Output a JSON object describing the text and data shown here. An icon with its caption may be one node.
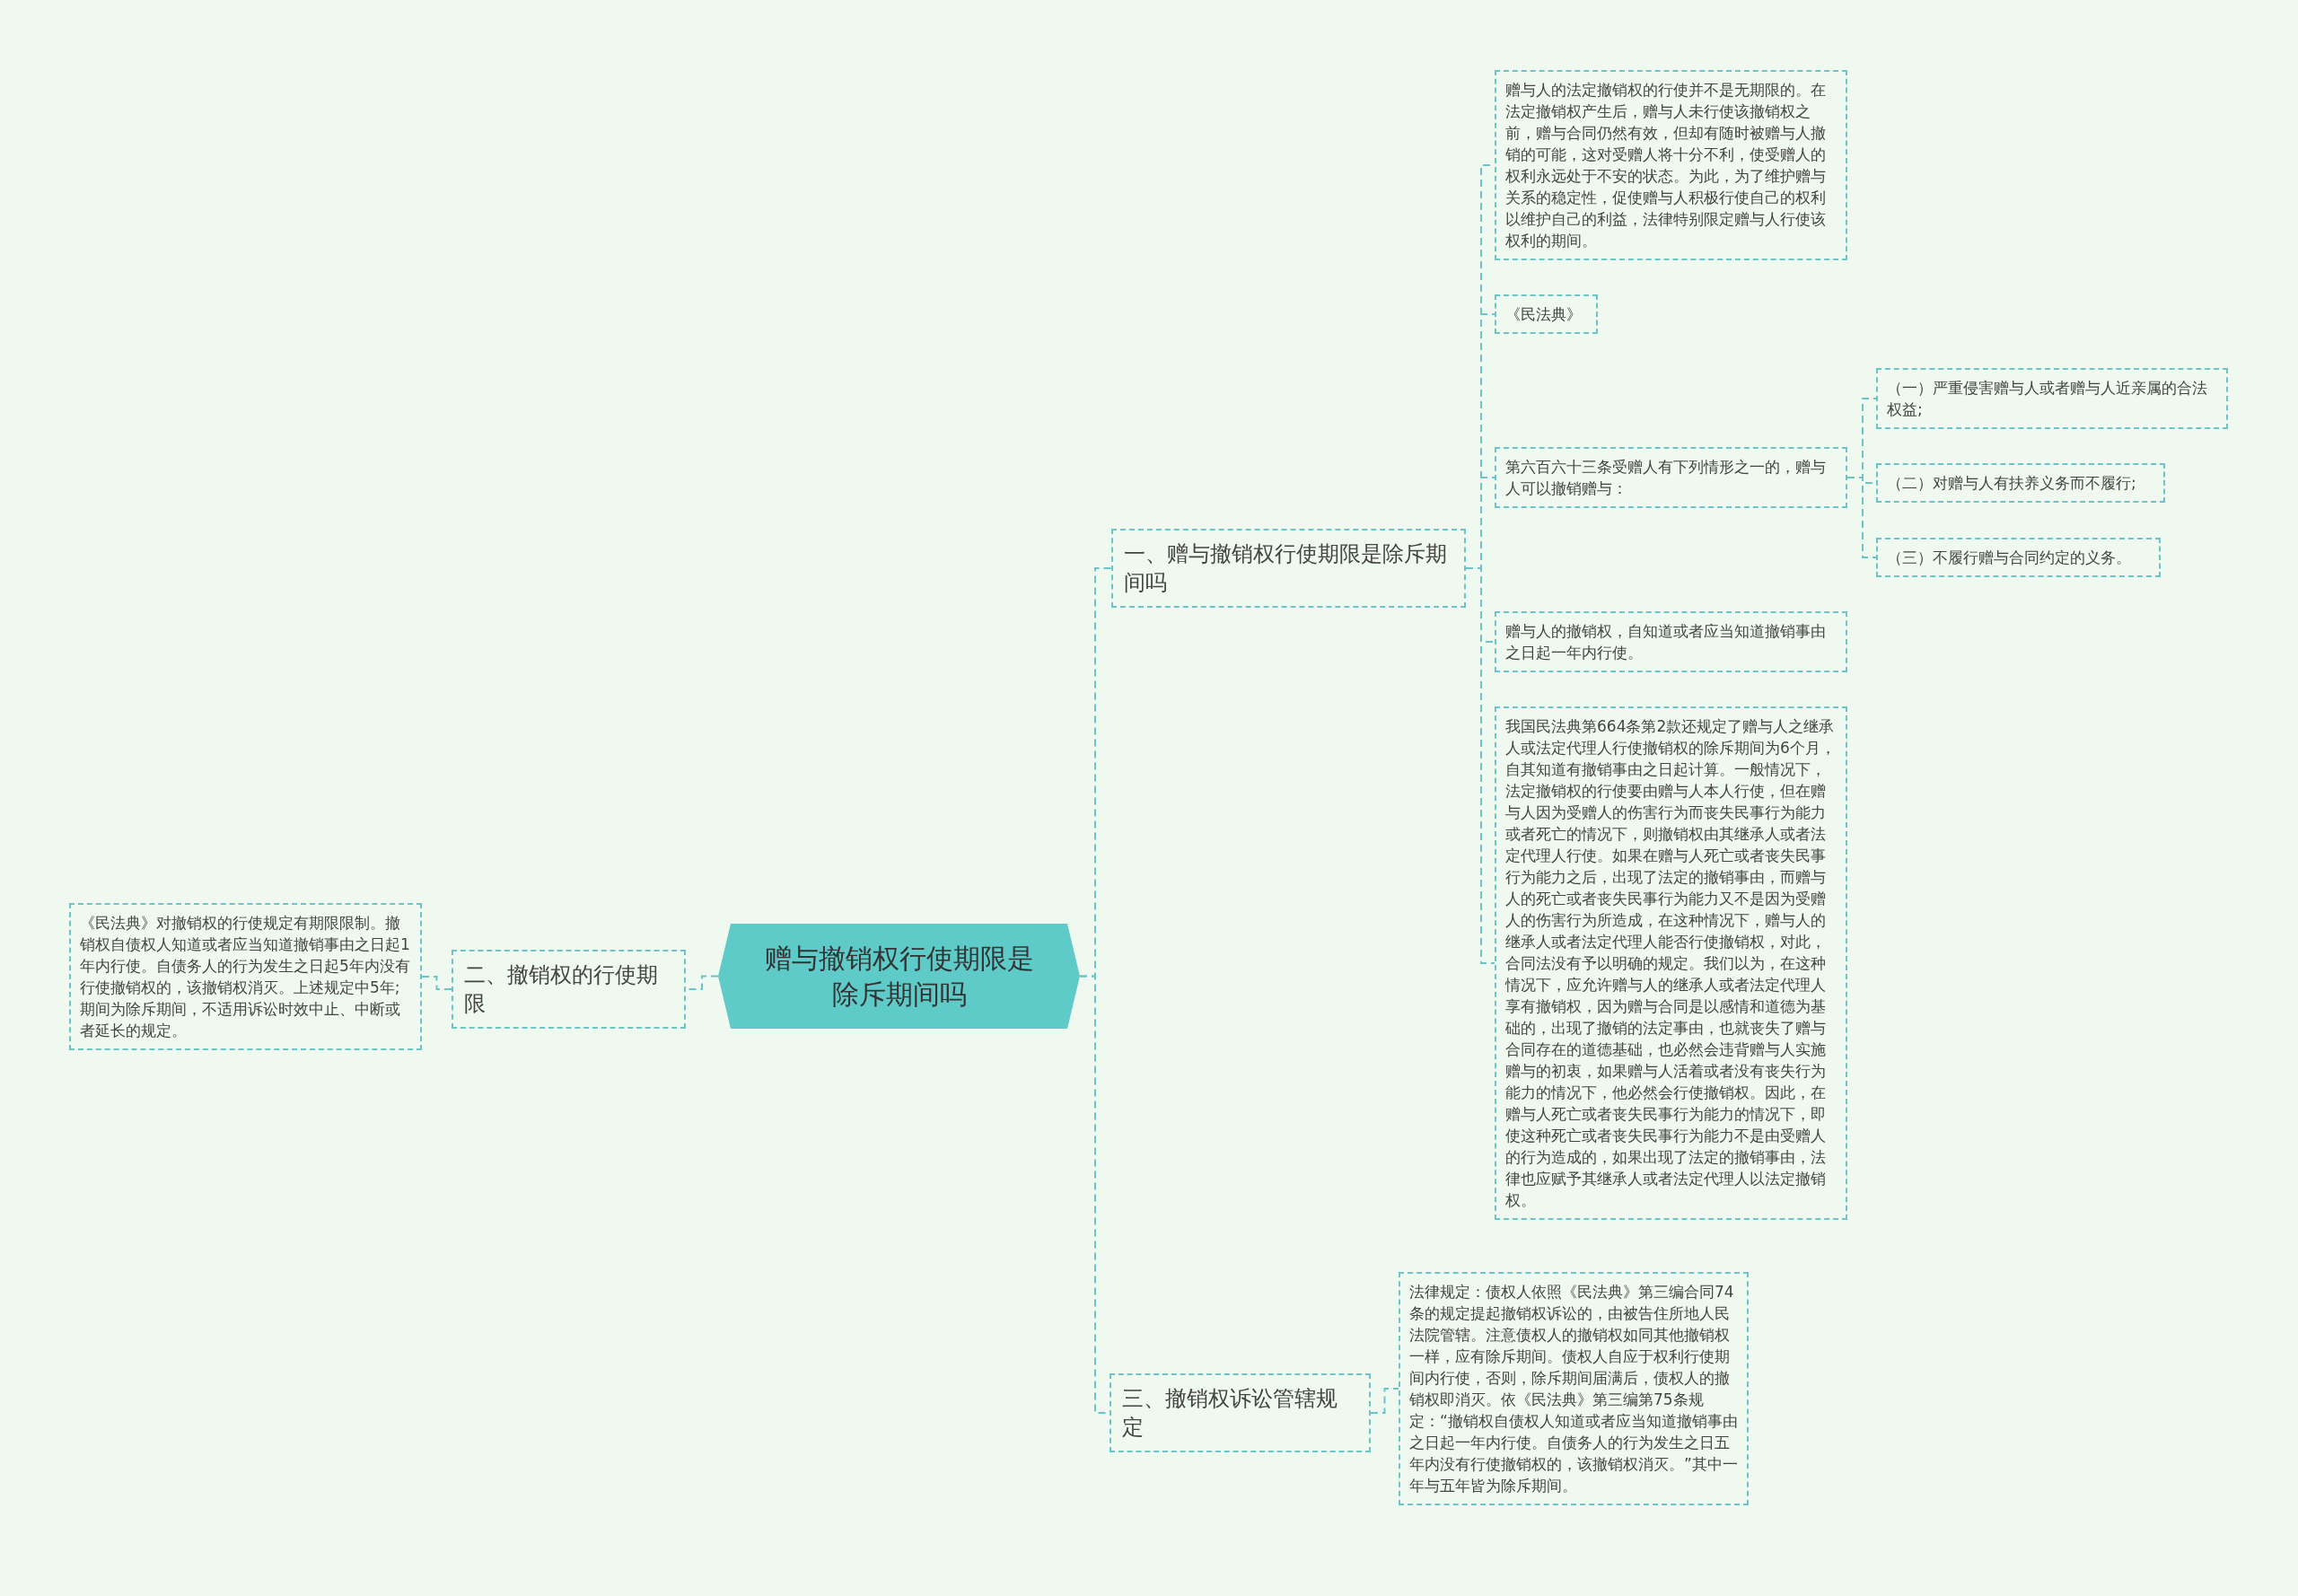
{
  "diagram": {
    "nodes": [
      {
        "text": [
          "赠与撤销权行使期限是除斥期间吗"
        ]
      },
      {
        "text": [
          "一、赠与撤销权行使期限是除斥期间吗"
        ]
      },
      {
        "text": [
          "赠与人的法定撤销权的行使并不是无期限的。在法定撤销权产生后，赠与人未行使该撤销权之前，赠与合同仍然有效，但却有随时被赠与人撤销的可能，这对受赠人将十分不利，使受赠人的权利永远处于不安的状态。为此，为了维护赠与关系的稳定性，促使赠与人积极行使自己的权利以维护自己的利益，法律特别限定赠与人行使该权利的期间。"
        ]
      },
      {
        "text": [
          "《民法典》"
        ]
      },
      {
        "text": [
          "第六百六十三条受赠人有下列情形之一的，赠与人可以撤销赠与："
        ]
      },
      {
        "text": [
          "（一）严重侵害赠与人或者赠与人近亲属的合法权益;"
        ]
      },
      {
        "text": [
          "（二）对赠与人有扶养义务而不履行;"
        ]
      },
      {
        "text": [
          "（三）不履行赠与合同约定的义务。"
        ]
      },
      {
        "text": [
          "赠与人的撤销权，自知道或者应当知道撤销事由之日起一年内行使。"
        ]
      },
      {
        "text": [
          "我国民法典第664条第2款还规定了赠与人之继承人或法定代理人行使撤销权的除斥期间为6个月，自其知道有撤销事由之日起计算。一般情况下，法定撤销权的行使要由赠与人本人行使，但在赠与人因为受赠人的伤害行为而丧失民事行为能力或者死亡的情况下，则撤销权由其继承人或者法定代理人行使。如果在赠与人死亡或者丧失民事行为能力之后，出现了法定的撤销事由，而赠与人的死亡或者丧失民事行为能力又不是因为受赠人的伤害行为所造成，在这种情况下，赠与人的继承人或者法定代理人能否行使撤销权，对此，合同法没有予以明确的规定。我们以为，在这种情况下，应允许赠与人的继承人或者法定代理人享有撤销权，因为赠与合同是以感情和道德为基础的，出现了撤销的法定事由，也就丧失了赠与合同存在的道德基础，也必然会违背赠与人实施赠与的初衷，如果赠与人活着或者没有丧失行为能力的情况下，他必然会行使撤销权。因此，在赠与人死亡或者丧失民事行为能力的情况下，即使这种死亡或者丧失民事行为能力不是由受赠人的行为造成的，如果出现了法定的撤销事由，法律也应赋予其继承人或者法定代理人以法定撤销权。"
        ]
      },
      {
        "text": [
          "二、撤销权的行使期限"
        ]
      },
      {
        "text": [
          "《民法典》对撤销权的行使规定有期限限制。撤销权自债权人知道或者应当知道撤销事由之日起1年内行使。自债务人的行为发生之日起5年内没有行使撤销权的，该撤销权消灭。上述规定中5年;期间为除斥期间，不适用诉讼时效中止、中断或者延长的规定。"
        ]
      },
      {
        "text": [
          "三、撤销权诉讼管辖规定"
        ]
      },
      {
        "text": [
          "法律规定：债权人依照《民法典》第三编合同74条的规定提起撤销权诉讼的，由被告住所地人民法院管辖。注意债权人的撤销权如同其他撤销权一样，应有除斥期间。债权人自应于权利行使期间内行使，否则，除斥期间届满后，债权人的撤销权即消灭。依《民法典》第三编第75条规定：“撤销权自债权人知道或者应当知道撤销事由之日起一年内行使。自债务人的行为发生之日五年内没有行使撤销权的，该撤销权消灭。”其中一年与五年皆为除斥期间。"
        ]
      }
    ],
    "edges": [
      {
        "from": 0,
        "to": 1,
        "arrow": "none"
      },
      {
        "from": 1,
        "to": 2,
        "arrow": "none"
      },
      {
        "from": 1,
        "to": 3,
        "arrow": "none"
      },
      {
        "from": 1,
        "to": 4,
        "arrow": "none"
      },
      {
        "from": 4,
        "to": 5,
        "arrow": "none"
      },
      {
        "from": 4,
        "to": 6,
        "arrow": "none"
      },
      {
        "from": 4,
        "to": 7,
        "arrow": "none"
      },
      {
        "from": 1,
        "to": 8,
        "arrow": "none"
      },
      {
        "from": 1,
        "to": 9,
        "arrow": "none"
      },
      {
        "from": 0,
        "to": 10,
        "arrow": "none"
      },
      {
        "from": 10,
        "to": 11,
        "arrow": "none"
      },
      {
        "from": 0,
        "to": 12,
        "arrow": "none"
      },
      {
        "from": 12,
        "to": 13,
        "arrow": "none"
      }
    ]
  }
}
